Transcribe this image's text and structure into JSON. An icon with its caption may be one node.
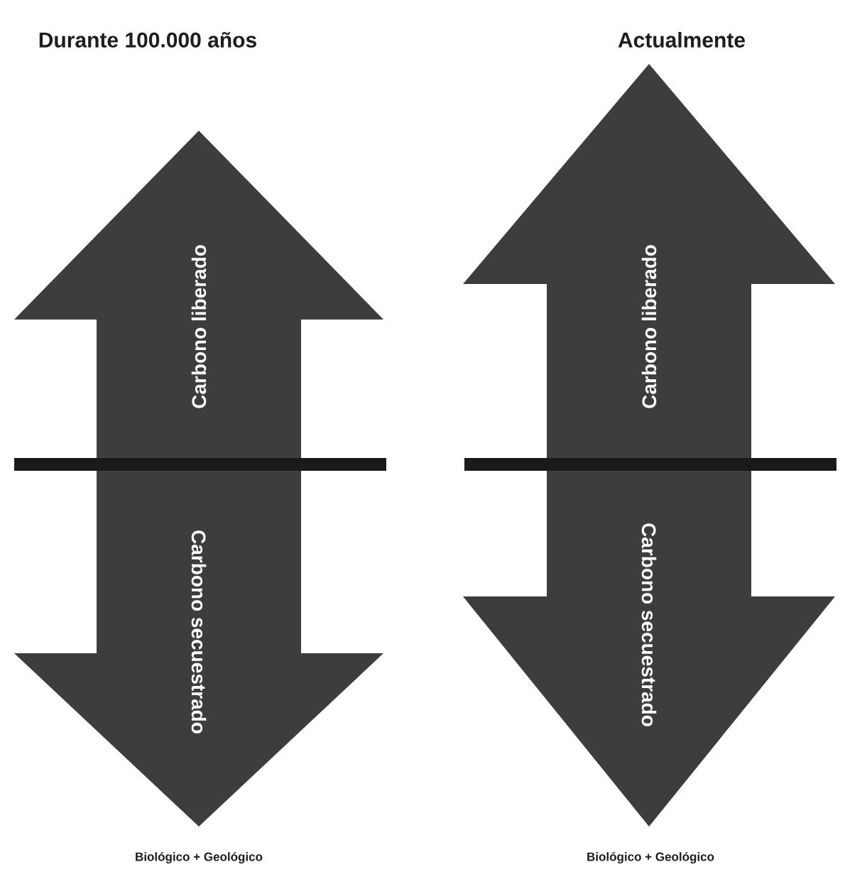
{
  "diagram": {
    "nodes": [
      {
        "text": [
          "Carbono liberado"
        ]
      },
      {
        "text": [
          "Carbono secuestrado"
        ]
      },
      {
        "text": [
          "Carbono liberado"
        ]
      },
      {
        "text": [
          "Carbono secuestrado"
        ]
      }
    ],
    "labels": [
      "Durante 100.000 años",
      "Actualmente",
      "Biológico + Geológico",
      "Biológico + Geológico"
    ]
  }
}
